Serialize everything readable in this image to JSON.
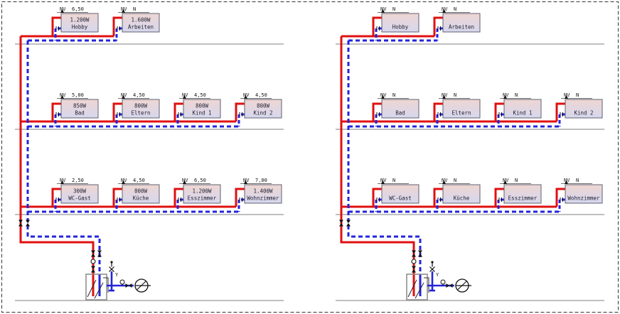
{
  "drawing": {
    "type": "heating-riser-schematic",
    "floors": 3,
    "equipment": {
      "mixing_valve_label": "Y"
    }
  },
  "colors": {
    "supply_red": "#e01010",
    "return_blue": "#2424dd",
    "floor_gray": "#999999",
    "box_fill_top": "#eed6d2",
    "box_fill_bottom": "#d6d7ee",
    "box_border": "#606070",
    "symbol_black": "#111111",
    "boiler_gray": "#888888"
  },
  "left_diagram": {
    "radiators": [
      {
        "row": 0,
        "col": 0,
        "nv_label": "NV",
        "nv_value": "6,50",
        "power": "1.200W",
        "room": "Hobby"
      },
      {
        "row": 0,
        "col": 1,
        "nv_label": "NV",
        "nv_value": "N",
        "power": "1.600W",
        "room": "Arbeiten"
      },
      {
        "row": 1,
        "col": 0,
        "nv_label": "NV",
        "nv_value": "5,00",
        "power": "850W",
        "room": "Bad"
      },
      {
        "row": 1,
        "col": 1,
        "nv_label": "NV",
        "nv_value": "4,50",
        "power": "800W",
        "room": "Eltern"
      },
      {
        "row": 1,
        "col": 2,
        "nv_label": "NV",
        "nv_value": "4,50",
        "power": "800W",
        "room": "Kind 1"
      },
      {
        "row": 1,
        "col": 3,
        "nv_label": "NV",
        "nv_value": "4,50",
        "power": "800W",
        "room": "Kind 2"
      },
      {
        "row": 2,
        "col": 0,
        "nv_label": "NV",
        "nv_value": "2,50",
        "power": "300W",
        "room": "WC-Gast"
      },
      {
        "row": 2,
        "col": 1,
        "nv_label": "NV",
        "nv_value": "4,50",
        "power": "800W",
        "room": "Küche"
      },
      {
        "row": 2,
        "col": 2,
        "nv_label": "NV",
        "nv_value": "6,50",
        "power": "1.200W",
        "room": "Esszimmer"
      },
      {
        "row": 2,
        "col": 3,
        "nv_label": "NV",
        "nv_value": "7,00",
        "power": "1.400W",
        "room": "Wohnzimmer"
      }
    ]
  },
  "right_diagram": {
    "radiators": [
      {
        "row": 0,
        "col": 0,
        "nv_label": "NV",
        "nv_value": "N",
        "power": "",
        "room": "Hobby"
      },
      {
        "row": 0,
        "col": 1,
        "nv_label": "NV",
        "nv_value": "N",
        "power": "",
        "room": "Arbeiten"
      },
      {
        "row": 1,
        "col": 0,
        "nv_label": "NV",
        "nv_value": "N",
        "power": "",
        "room": "Bad"
      },
      {
        "row": 1,
        "col": 1,
        "nv_label": "NV",
        "nv_value": "N",
        "power": "",
        "room": "Eltern"
      },
      {
        "row": 1,
        "col": 2,
        "nv_label": "NV",
        "nv_value": "N",
        "power": "",
        "room": "Kind 1"
      },
      {
        "row": 1,
        "col": 3,
        "nv_label": "NV",
        "nv_value": "N",
        "power": "",
        "room": "Kind 2"
      },
      {
        "row": 2,
        "col": 0,
        "nv_label": "NV",
        "nv_value": "N",
        "power": "",
        "room": "WC-Gast"
      },
      {
        "row": 2,
        "col": 1,
        "nv_label": "NV",
        "nv_value": "N",
        "power": "",
        "room": "Küche"
      },
      {
        "row": 2,
        "col": 2,
        "nv_label": "NV",
        "nv_value": "N",
        "power": "",
        "room": "Esszimmer"
      },
      {
        "row": 2,
        "col": 3,
        "nv_label": "NV",
        "nv_value": "N",
        "power": "",
        "room": "Wohnzimmer"
      }
    ]
  }
}
